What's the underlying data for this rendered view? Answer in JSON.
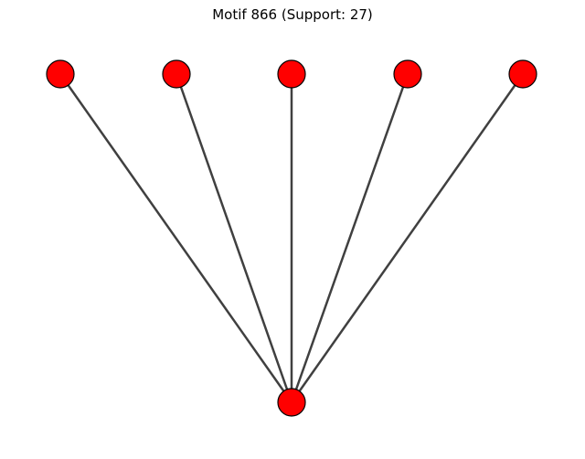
{
  "figure": {
    "title": "Motif 866 (Support: 27)"
  },
  "graph": {
    "node_color": "#ff0000",
    "node_border_color": "#000000",
    "edge_color": "#404040",
    "nodes": [
      {
        "id": "n1"
      },
      {
        "id": "n2"
      },
      {
        "id": "n3"
      },
      {
        "id": "n4"
      },
      {
        "id": "n5"
      },
      {
        "id": "hub"
      }
    ],
    "edges": [
      {
        "source": "n1",
        "target": "hub"
      },
      {
        "source": "n2",
        "target": "hub"
      },
      {
        "source": "n3",
        "target": "hub"
      },
      {
        "source": "n4",
        "target": "hub"
      },
      {
        "source": "n5",
        "target": "hub"
      }
    ]
  }
}
